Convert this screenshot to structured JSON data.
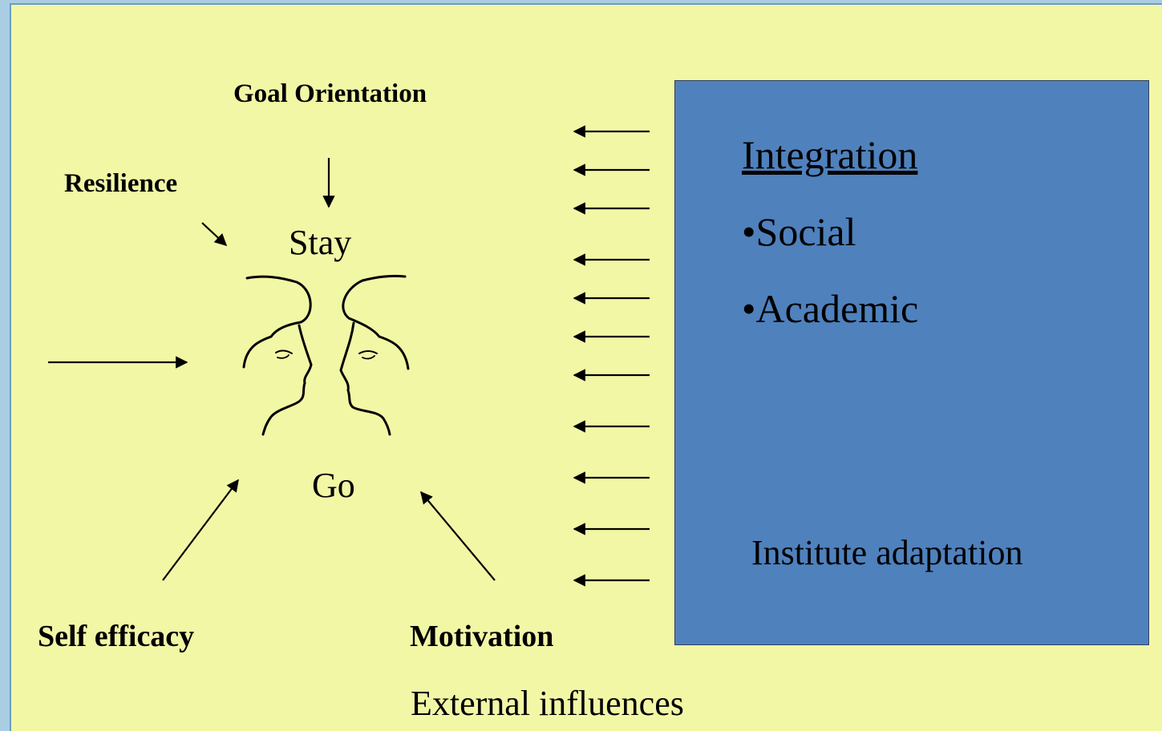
{
  "labels": {
    "goal_orientation": "Goal Orientation",
    "resilience": "Resilience",
    "stay": "Stay",
    "go": "Go",
    "self_efficacy": "Self efficacy",
    "motivation": "Motivation",
    "external_influences": "External influences"
  },
  "panel": {
    "heading": "Integration",
    "items": [
      "•Social",
      "•Academic"
    ],
    "footer": "Institute adaptation"
  },
  "colors": {
    "slide_background": "#f2f7a6",
    "outer_background": "#a9cde2",
    "panel_fill": "#4f81bd"
  },
  "icons": [
    "two-faces-icon"
  ]
}
